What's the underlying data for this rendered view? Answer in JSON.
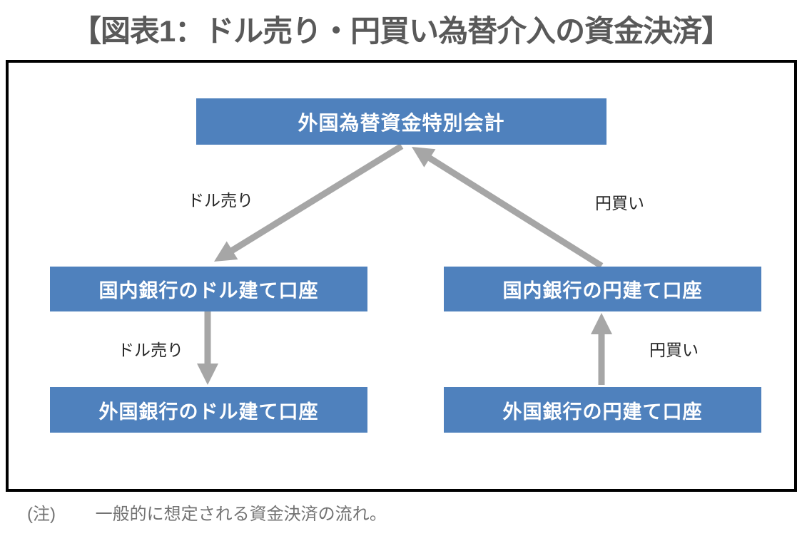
{
  "page": {
    "title": "【図表1：ドル売り・円買い為替介入の資金決済】"
  },
  "diagram": {
    "nodes": {
      "special_account": "外国為替資金特別会計",
      "domestic_dollar": "国内銀行のドル建て口座",
      "domestic_yen": "国内銀行の円建て口座",
      "foreign_dollar": "外国銀行のドル建て口座",
      "foreign_yen": "外国銀行の円建て口座"
    },
    "edge_labels": {
      "dollar_sell_upper": "ドル売り",
      "yen_buy_upper": "円買い",
      "dollar_sell_lower": "ドル売り",
      "yen_buy_lower": "円買い"
    },
    "arrows": [
      {
        "name": "dollar-sell-diagonal",
        "from": "special_account",
        "to": "domestic_dollar",
        "direction": "down-left"
      },
      {
        "name": "yen-buy-diagonal",
        "from": "domestic_yen",
        "to": "special_account",
        "direction": "up-left"
      },
      {
        "name": "dollar-sell-vertical",
        "from": "domestic_dollar",
        "to": "foreign_dollar",
        "direction": "down"
      },
      {
        "name": "yen-buy-vertical",
        "from": "foreign_yen",
        "to": "domestic_yen",
        "direction": "up"
      }
    ],
    "colors": {
      "node_fill": "#4F81BD",
      "node_text": "#FFFFFF",
      "arrow": "#A6A6A6",
      "title_text": "#595959",
      "note_text": "#737373",
      "frame_border": "#000000"
    }
  },
  "note": {
    "label": "(注)",
    "text": "一般的に想定される資金決済の流れ。"
  }
}
